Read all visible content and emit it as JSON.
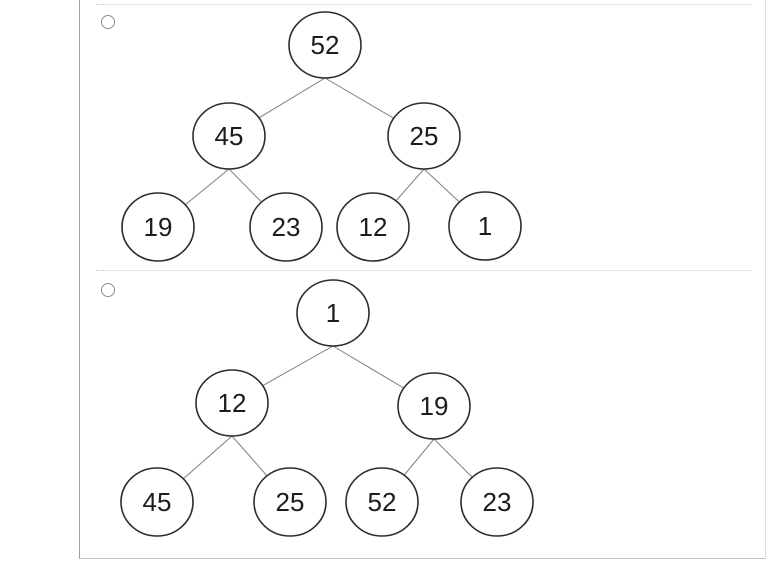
{
  "options": [
    {
      "radio_state": "unselected",
      "tree": {
        "type": "binary-tree",
        "root": "52",
        "level2": [
          "45",
          "25"
        ],
        "level3": [
          "19",
          "23",
          "12",
          "1"
        ],
        "edges": [
          [
            "52",
            "45"
          ],
          [
            "52",
            "25"
          ],
          [
            "45",
            "19"
          ],
          [
            "45",
            "23"
          ],
          [
            "25",
            "12"
          ],
          [
            "25",
            "1"
          ]
        ]
      }
    },
    {
      "radio_state": "unselected",
      "tree": {
        "type": "binary-tree",
        "root": "1",
        "level2": [
          "12",
          "19"
        ],
        "level3": [
          "45",
          "25",
          "52",
          "23"
        ],
        "edges": [
          [
            "1",
            "12"
          ],
          [
            "1",
            "19"
          ],
          [
            "12",
            "45"
          ],
          [
            "12",
            "25"
          ],
          [
            "19",
            "52"
          ],
          [
            "19",
            "23"
          ]
        ]
      }
    }
  ],
  "colors": {
    "node_outline": "#2d2d2d",
    "node_fill": "#ffffff",
    "edge_line": "#7f7f7f",
    "node_text": "#1c1c1c",
    "option_separator": "#c9c9c9",
    "container_border_left": "#9f9fa3",
    "container_border_bottom": "#c0c0c6",
    "radio_outline": "#8e8e8e"
  }
}
